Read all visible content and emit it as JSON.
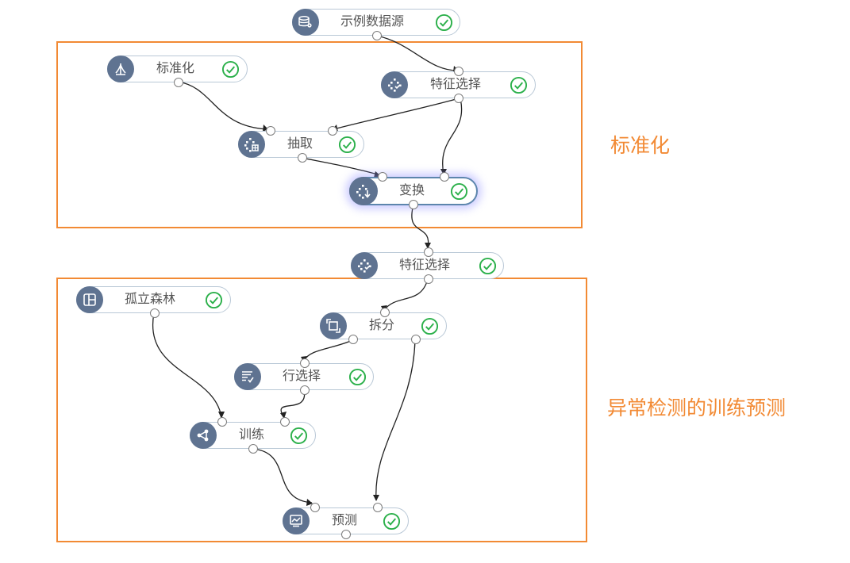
{
  "groups": {
    "standardize": {
      "label": "标准化"
    },
    "anomaly_training": {
      "label": "异常检测的训练预测"
    }
  },
  "nodes": {
    "sample_source": {
      "label": "示例数据源",
      "icon": "database-gear-icon",
      "status": "success"
    },
    "standardize": {
      "label": "标准化",
      "icon": "tree-icon",
      "status": "success"
    },
    "feature_select_1": {
      "label": "特征选择",
      "icon": "dotted-diamond-icon",
      "status": "success"
    },
    "extract": {
      "label": "抽取",
      "icon": "dotted-diamond-grid-icon",
      "status": "success"
    },
    "transform": {
      "label": "变换",
      "icon": "dotted-diamond-arrow-icon",
      "status": "success",
      "selected": true
    },
    "feature_select_2": {
      "label": "特征选择",
      "icon": "dotted-diamond-icon",
      "status": "success"
    },
    "isolation_forest": {
      "label": "孤立森林",
      "icon": "layout-panel-icon",
      "status": "success"
    },
    "split": {
      "label": "拆分",
      "icon": "split-square-icon",
      "status": "success"
    },
    "row_select": {
      "label": "行选择",
      "icon": "row-list-check-icon",
      "status": "success"
    },
    "train": {
      "label": "训练",
      "icon": "network-nodes-icon",
      "status": "success"
    },
    "predict": {
      "label": "预测",
      "icon": "monitor-chart-icon",
      "status": "success"
    }
  },
  "colors": {
    "group_border": "#f28a34",
    "node_icon_bg": "#5f7391",
    "status_ok": "#2bb04a",
    "edge": "#222222"
  }
}
